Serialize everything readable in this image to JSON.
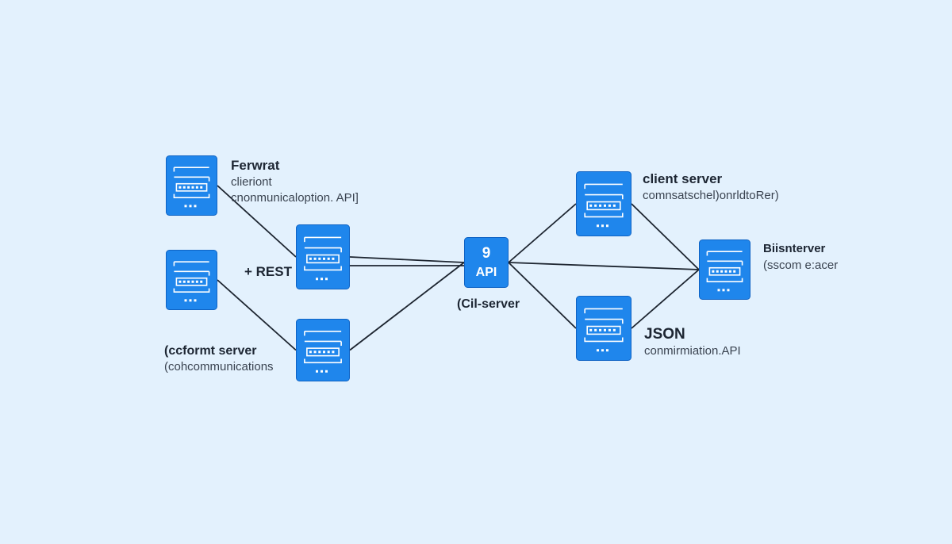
{
  "colors": {
    "background": "#e3f1fd",
    "node_fill": "#1f86ec",
    "node_stroke": "#0f63c4",
    "node_glyph": "#ffffff",
    "connector": "#1d2530",
    "text": "#1d2633"
  },
  "labels": {
    "node_a_title": "Ferwrat",
    "node_a_sub1": "clieriont",
    "node_a_sub2": "cnonmunicaloption. API]",
    "rest": "+ REST",
    "node_c_title": "(ccformt server",
    "node_c_sub": "(cohcommunications",
    "hub_number": "9",
    "hub_label": "API",
    "hub_caption": "(Cil-server",
    "node_f_title": "client server",
    "node_f_sub": "comnsatschel)onrldtoRer)",
    "node_h_title": "Biisnterver",
    "node_h_sub": "(sscom e:acer",
    "node_g_title": "JSON",
    "node_g_sub": "conmirmiation.API"
  },
  "nodes": [
    {
      "id": "a",
      "icon": "server-panel-icon"
    },
    {
      "id": "b",
      "icon": "server-panel-icon"
    },
    {
      "id": "c",
      "icon": "server-panel-icon"
    },
    {
      "id": "d",
      "icon": "server-panel-icon"
    },
    {
      "id": "e",
      "icon": "server-panel-icon"
    },
    {
      "id": "hub",
      "icon": "api-hub-icon"
    },
    {
      "id": "f",
      "icon": "server-panel-icon"
    },
    {
      "id": "g",
      "icon": "server-panel-icon"
    },
    {
      "id": "h",
      "icon": "server-panel-icon"
    }
  ],
  "edges": [
    [
      "a",
      "c"
    ],
    [
      "b",
      "e"
    ],
    [
      "c",
      "hub"
    ],
    [
      "e",
      "hub"
    ],
    [
      "hub",
      "h"
    ],
    [
      "hub",
      "f"
    ],
    [
      "hub",
      "g"
    ],
    [
      "f",
      "h"
    ],
    [
      "g",
      "h"
    ]
  ]
}
